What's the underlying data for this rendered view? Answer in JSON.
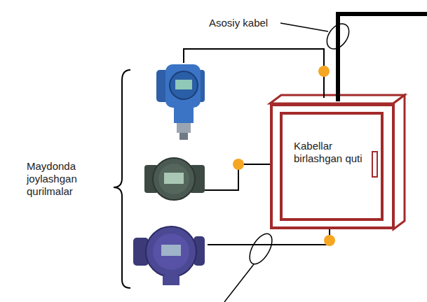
{
  "diagram": {
    "nodes": [
      {
        "text": [
          "Kabellar birlashgan quti"
        ]
      }
    ],
    "labels": [
      "Asosiy kabel",
      "Maydonda joylashgan qurilmalar"
    ]
  }
}
